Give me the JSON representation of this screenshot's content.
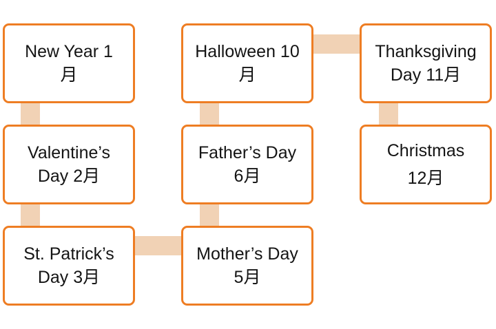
{
  "colors": {
    "box_border": "#ee7d23",
    "connector": "#f1d2b5",
    "text": "#141414",
    "background": "#ffffff"
  },
  "nodes": {
    "new_year": {
      "line1": "New Year 1",
      "line2": "月"
    },
    "valentines": {
      "line1": "Valentine’s",
      "line2": "Day 2月"
    },
    "st_patricks": {
      "line1": "St. Patrick’s",
      "line2": "Day 3月"
    },
    "mothers_day": {
      "line1": "Mother’s Day",
      "line2": "5月"
    },
    "fathers_day": {
      "line1": "Father’s Day",
      "line2": "6月"
    },
    "halloween": {
      "line1": "Halloween 10",
      "line2": "月"
    },
    "thanksgiving": {
      "line1": "Thanksgiving",
      "line2": "Day 11月"
    },
    "christmas": {
      "line1": "Christmas",
      "line2": "12月"
    }
  }
}
